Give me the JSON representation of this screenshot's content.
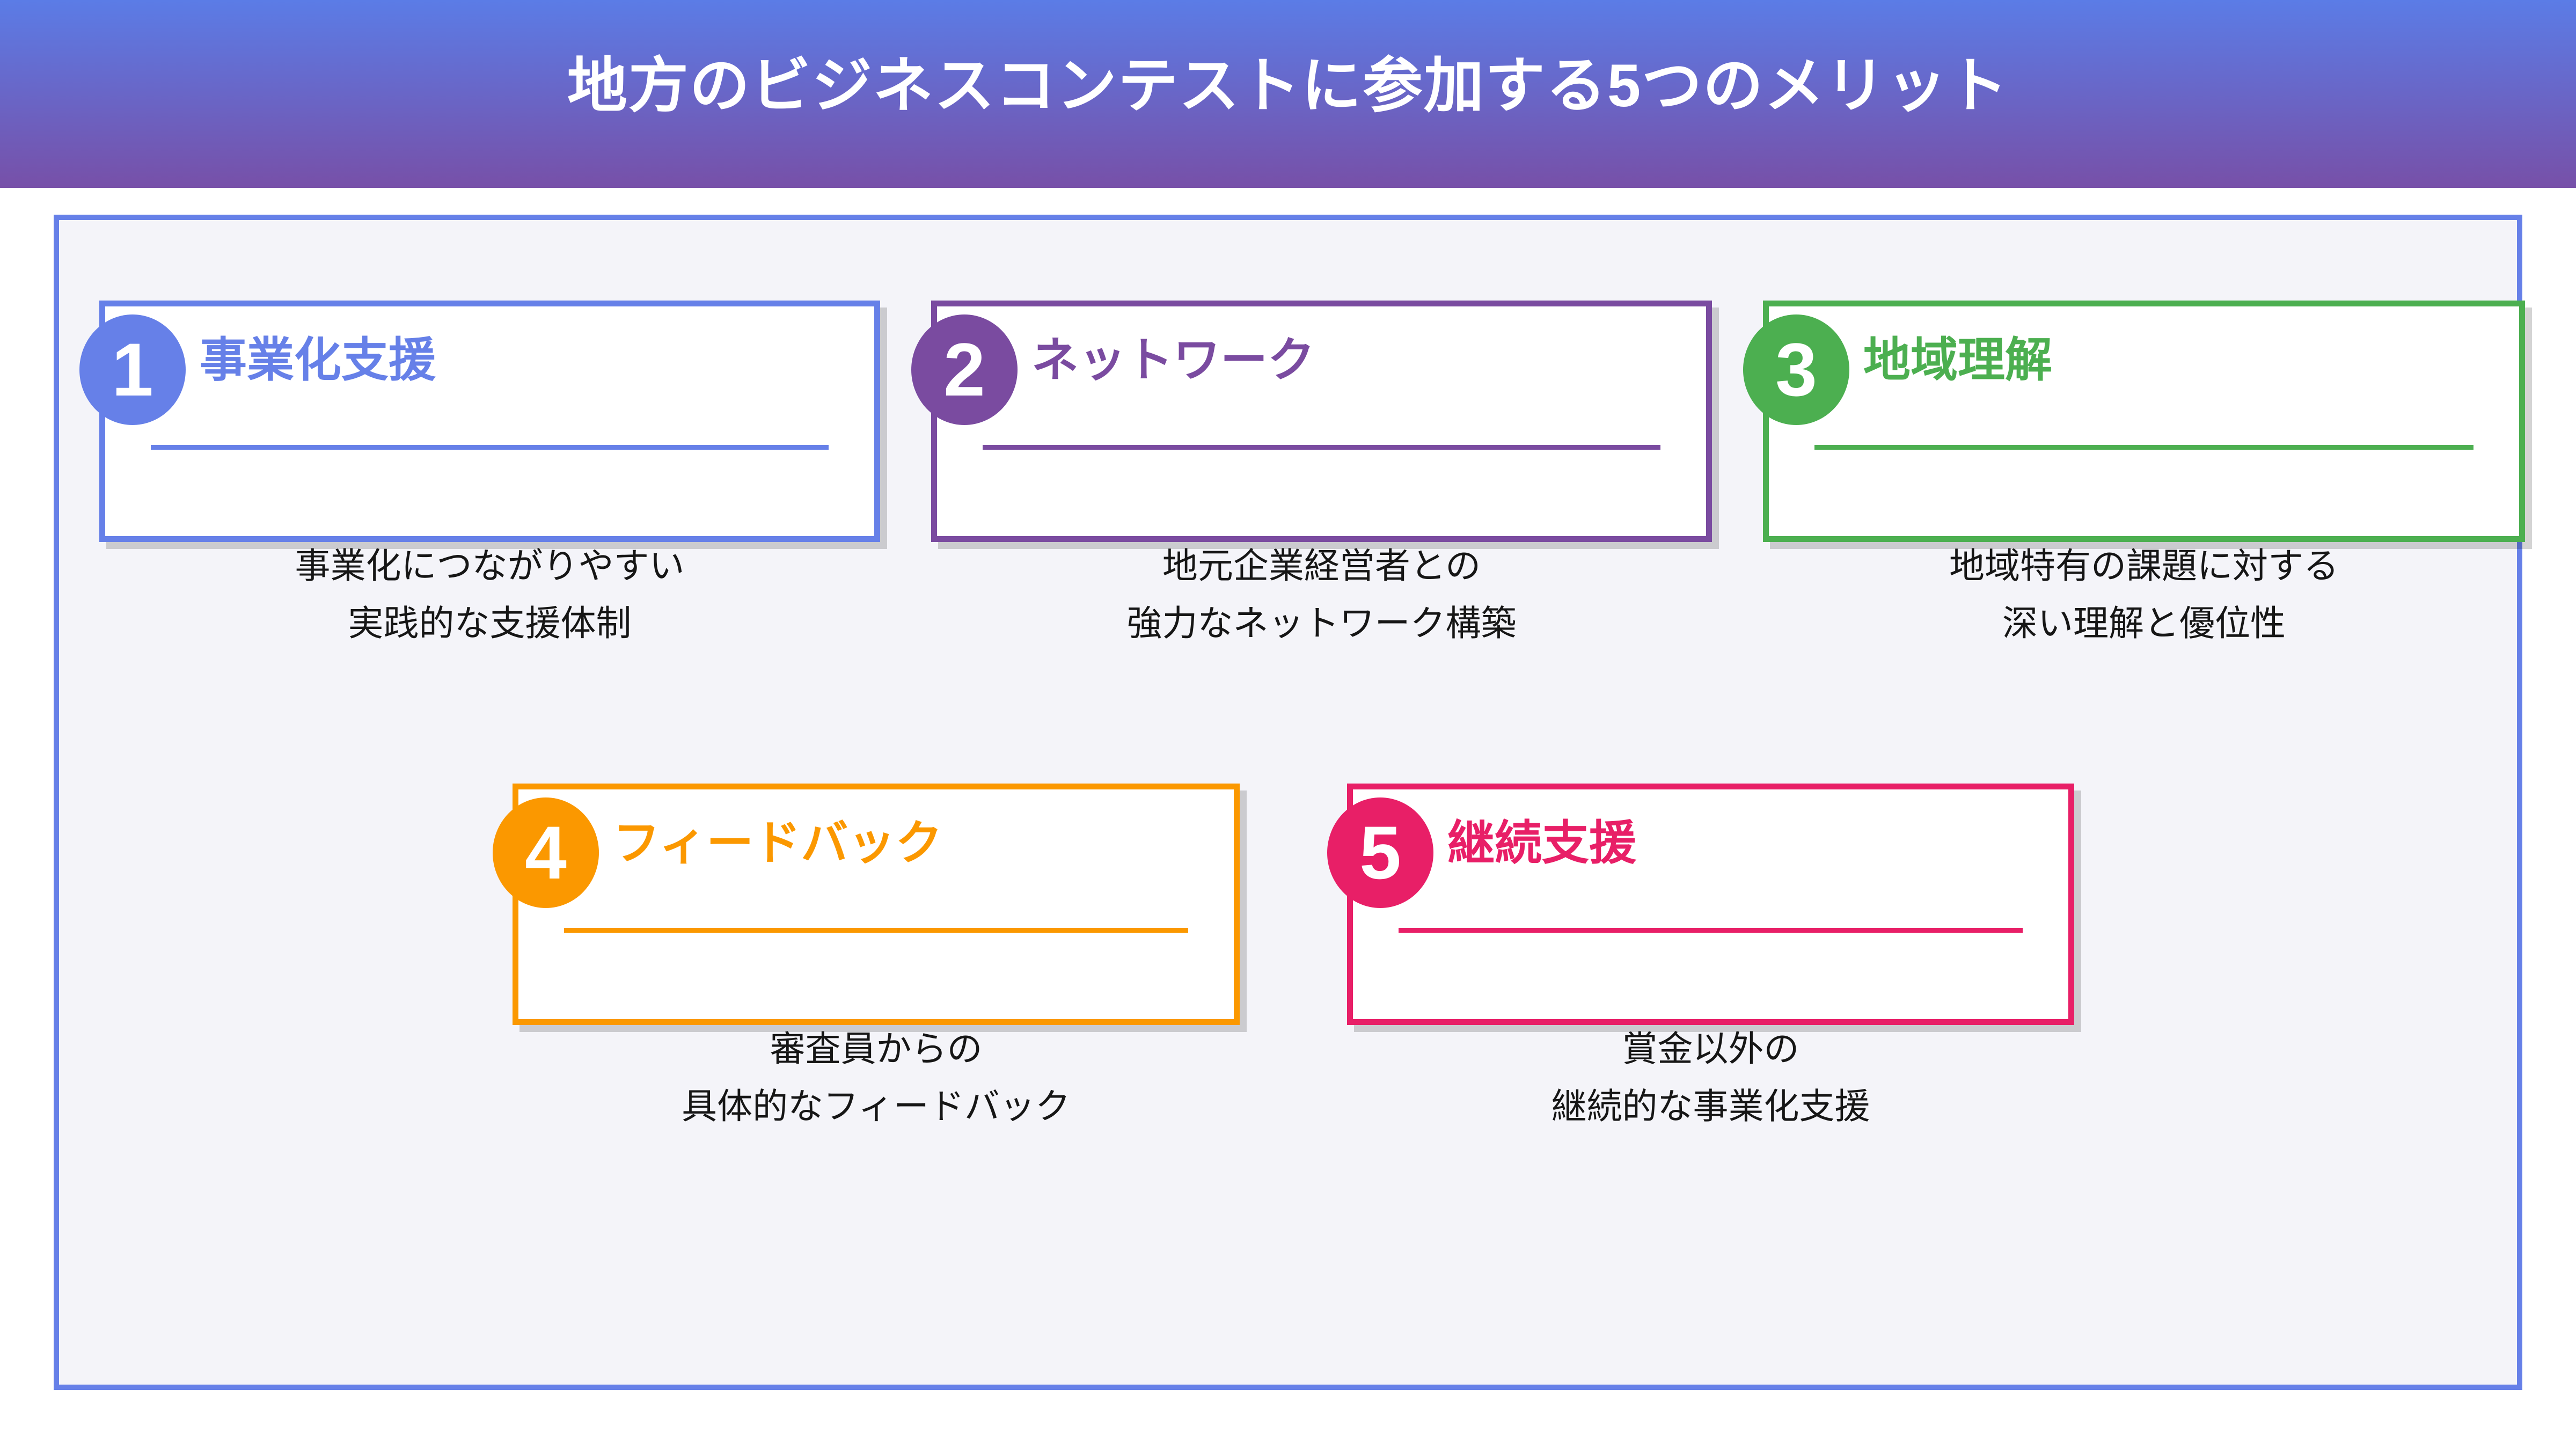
{
  "header": {
    "title": "地方のビジネスコンテストに参加する5つのメリット",
    "gradient_from": "#5b7ce6",
    "gradient_to": "#7750a8"
  },
  "board": {
    "border_color": "#6680e8",
    "background": "#f4f4f9"
  },
  "cards": [
    {
      "number": "1",
      "title": "事業化支援",
      "color": "#6680e8",
      "body_line_1": "事業化につながりやすい",
      "body_line_2": "実践的な支援体制"
    },
    {
      "number": "2",
      "title": "ネットワーク",
      "color": "#7a4ba0",
      "body_line_1": "地元企業経営者との",
      "body_line_2": "強力なネットワーク構築"
    },
    {
      "number": "3",
      "title": "地域理解",
      "color": "#4caf50",
      "body_line_1": "地域特有の課題に対する",
      "body_line_2": "深い理解と優位性"
    },
    {
      "number": "4",
      "title": "フィードバック",
      "color": "#fb9800",
      "body_line_1": "審査員からの",
      "body_line_2": "具体的なフィードバック"
    },
    {
      "number": "5",
      "title": "継続支援",
      "color": "#e81f67",
      "body_line_1": "賞金以外の",
      "body_line_2": "継続的な事業化支援"
    }
  ]
}
